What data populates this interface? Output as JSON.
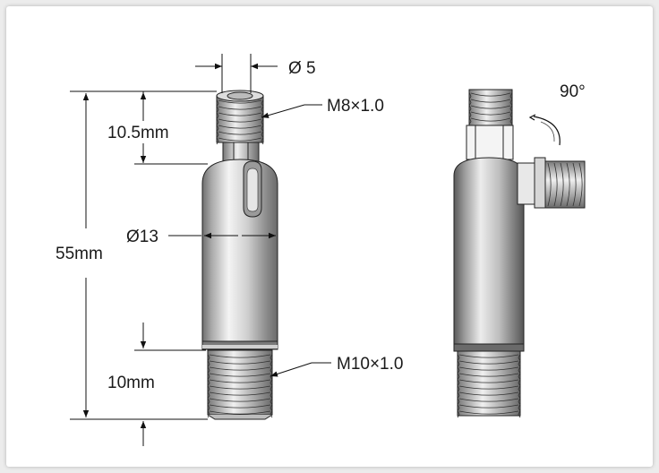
{
  "labels": {
    "bore_diameter": "Ø 5",
    "top_thread": "M8×1.0",
    "top_thread_length": "10.5mm",
    "body_diameter": "Ø13",
    "total_length": "55mm",
    "bottom_thread": "M10×1.0",
    "bottom_thread_length": "10mm",
    "rotation_angle": "90°"
  },
  "colors": {
    "background": "#ffffff",
    "frame": "#ececec",
    "line": "#111111"
  }
}
